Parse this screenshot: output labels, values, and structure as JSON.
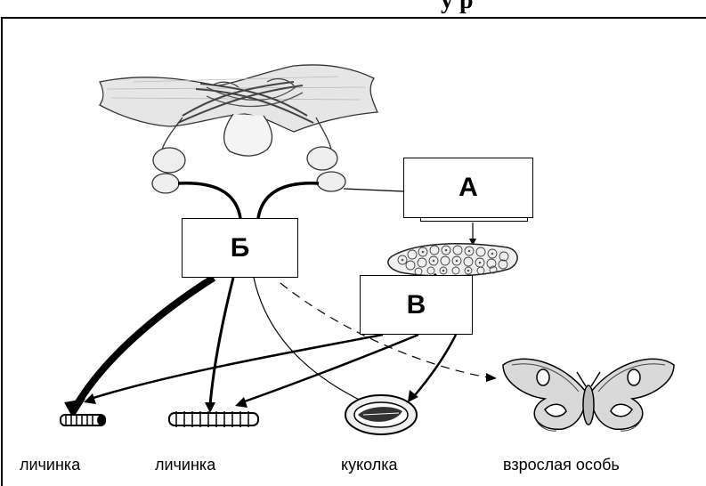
{
  "header_cut_text": "у р",
  "boxes": {
    "a": "А",
    "b": "Б",
    "v": "В"
  },
  "stages": {
    "larva1": "личинка",
    "larva2": "личинка",
    "pupa": "куколка",
    "adult": "взрослая особь"
  }
}
